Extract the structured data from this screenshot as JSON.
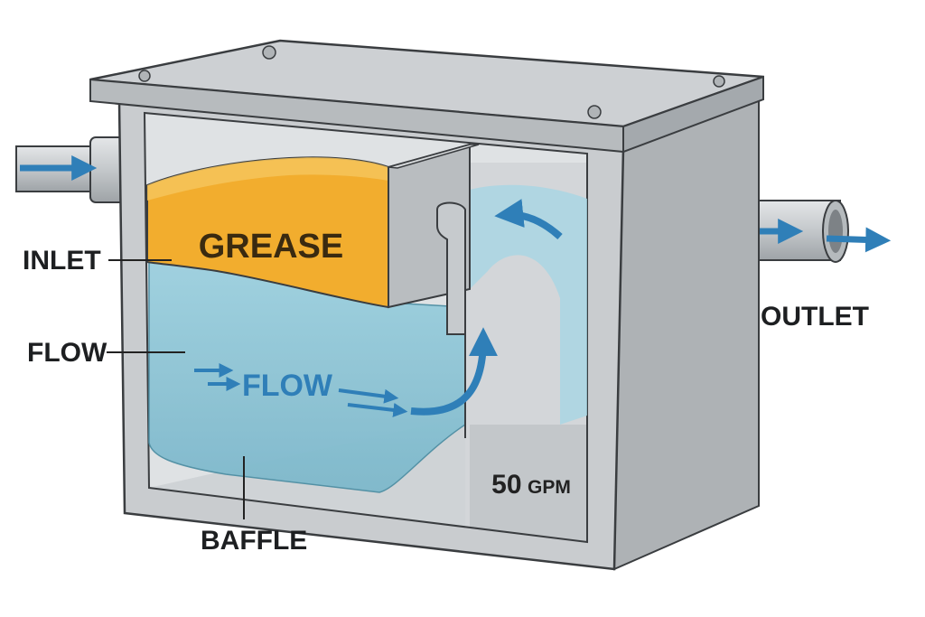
{
  "labels": {
    "inlet": "INLET",
    "flow_left": "FLOW",
    "baffle": "BAFFLE",
    "outlet": "OUTLET",
    "grease": "GREASE",
    "flow_inside": "FLOW",
    "capacity_value": "50",
    "capacity_unit": "GPM"
  },
  "colors": {
    "grease": "#f2ad2e",
    "water": "#8fc6d6",
    "arrow": "#2f7fb8",
    "steel": "#c9cccf",
    "outline": "#3a3d40"
  }
}
